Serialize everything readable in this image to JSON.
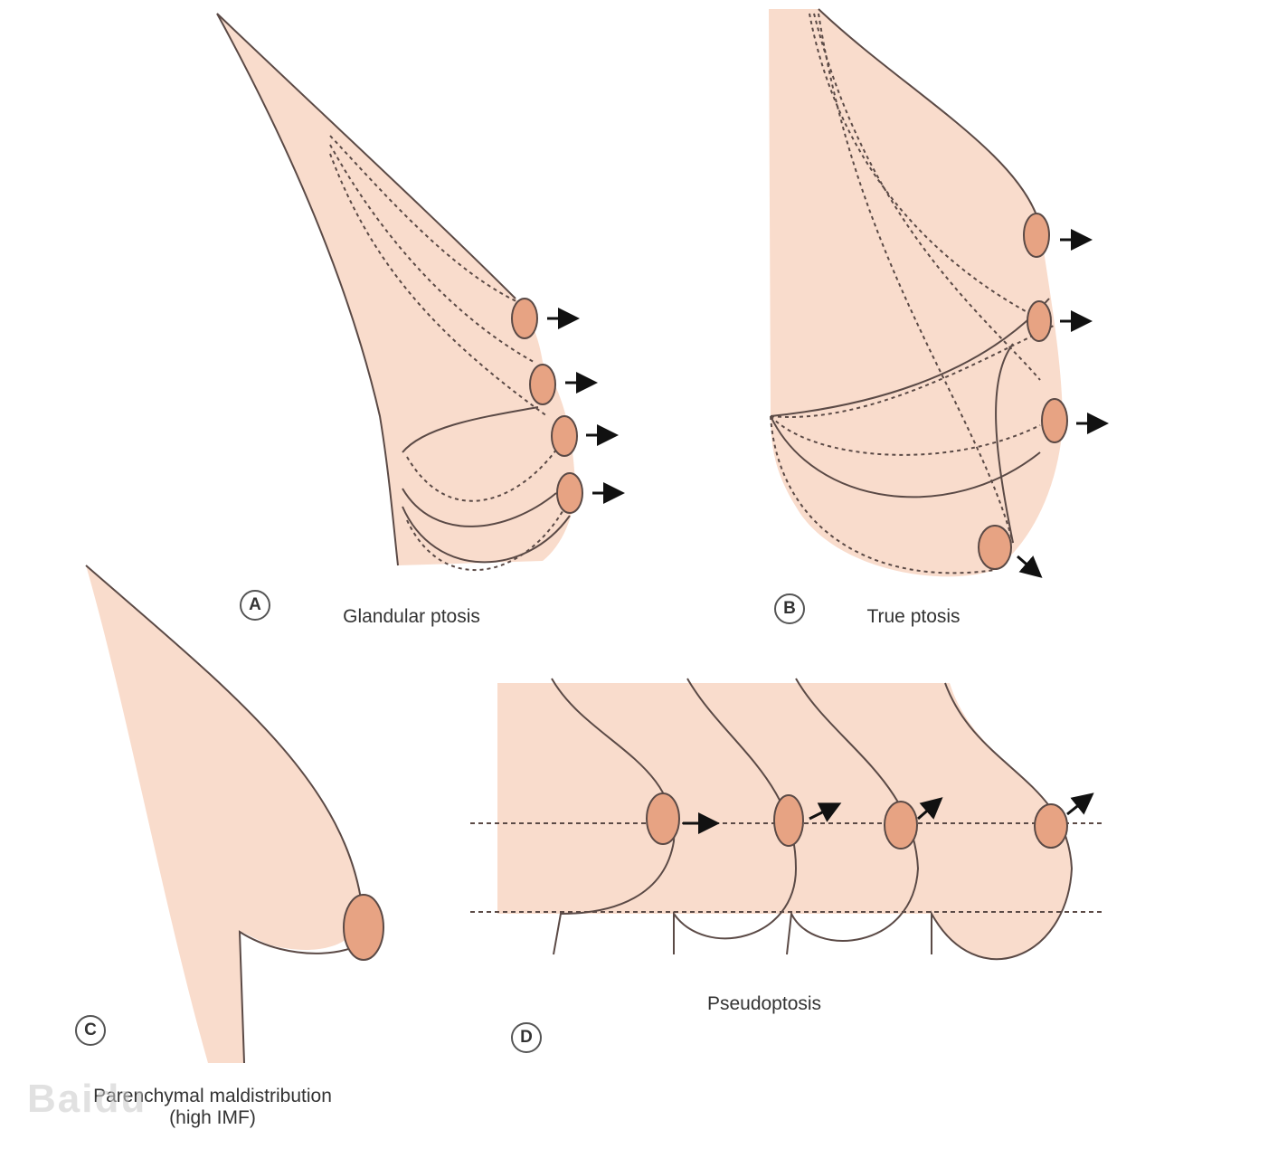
{
  "panels": [
    {
      "letter": "A",
      "caption": "Glandular ptosis"
    },
    {
      "letter": "B",
      "caption": "True ptosis"
    },
    {
      "letter": "C",
      "caption": "Parenchymal maldistribution",
      "caption_line2": "(high IMF)"
    },
    {
      "letter": "D",
      "caption": "Pseudoptosis"
    }
  ],
  "watermark": "Baidu",
  "colors": {
    "skin": "#f9dccc",
    "skin_dark": "#f5d2bf",
    "areola": "#e7a383",
    "outline": "#5b4a46",
    "arrow": "#111111"
  }
}
